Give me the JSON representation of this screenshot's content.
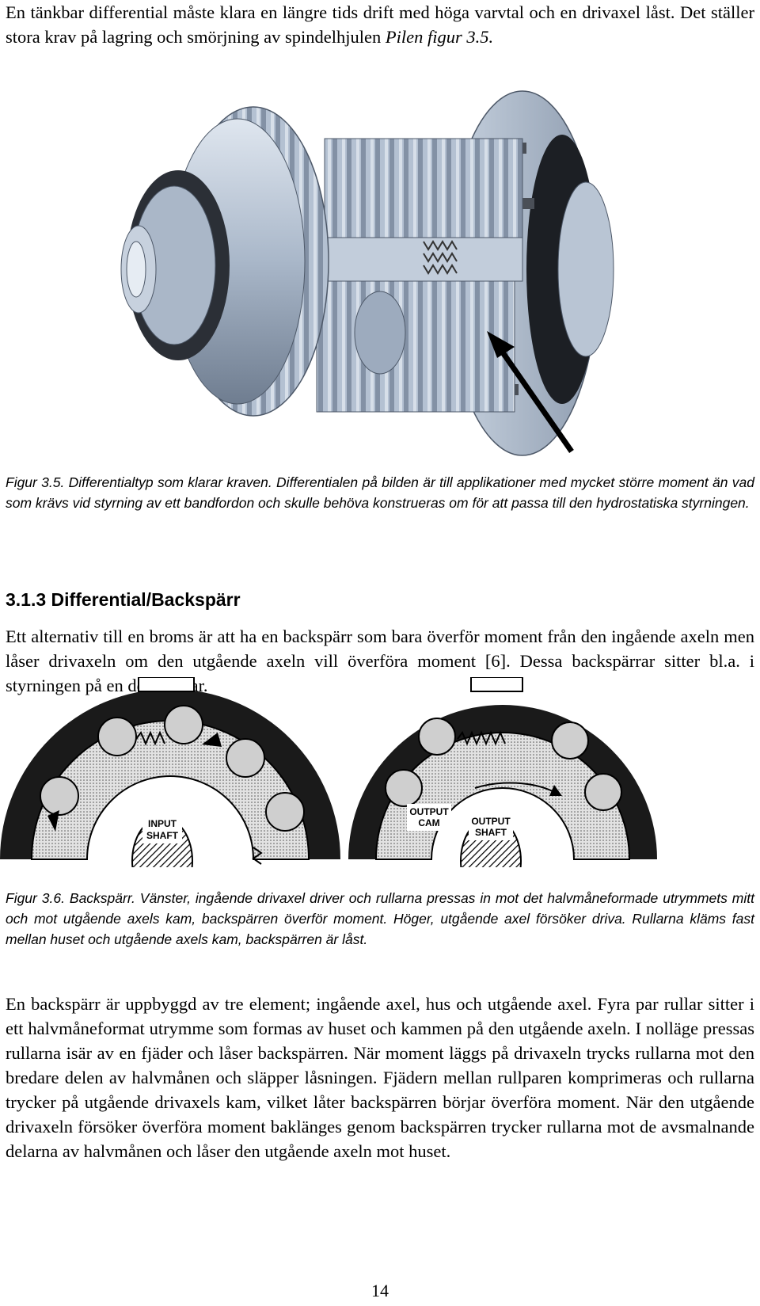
{
  "intro": {
    "text_before": "En tänkbar differential måste klara en längre tids drift med höga varvtal och en drivaxel låst. Det ställer stora krav på lagring och smörjning av spindelhjulen ",
    "text_italic": "Pilen figur 3.5."
  },
  "figure_3_5": {
    "caption": "Figur 3.5. Differentialtyp som klarar kraven. Differentialen på bilden är till applikationer med mycket större moment än vad som krävs vid styrning av ett bandfordon och skulle behöva konstrueras om för att passa till den hydrostatiska styrningen."
  },
  "section": {
    "heading": "3.1.3  Differential/Backspärr",
    "paragraph": "Ett alternativ till en broms är att ha en backspärr som bara överför moment från den ingående axeln men låser drivaxeln om den utgående axeln vill överföra moment [6]. Dessa backspärrar sitter bl.a. i styrningen på en del truckar."
  },
  "figure_3_6": {
    "labels": {
      "input_shaft_line1": "INPUT",
      "input_shaft_line2": "SHAFT",
      "output_cam_line1": "OUTPUT",
      "output_cam_line2": "CAM",
      "output_shaft_line1": "OUTPUT",
      "output_shaft_line2": "SHAFT"
    },
    "caption": "Figur 3.6. Backspärr. Vänster, ingående drivaxel driver och rullarna pressas in mot det halvmåneformade utrymmets mitt och mot utgående axels kam, backspärren överför moment. Höger, utgående axel försöker driva. Rullarna kläms fast mellan huset och utgående axels kam, backspärren är låst."
  },
  "body": {
    "paragraph": "En backspärr är uppbyggd av tre element; ingående axel, hus och utgående axel. Fyra par rullar sitter i ett halvmåneformat utrymme som formas av huset och kammen på den utgående axeln. I nolläge pressas rullarna isär av en fjäder och låser backspärren. När moment läggs på drivaxeln trycks rullarna mot den bredare delen av halvmånen och släpper låsningen. Fjädern mellan rullparen komprimeras och rullarna trycker på utgående drivaxels kam, vilket låter backspärren börjar överföra moment. När den utgående drivaxeln försöker överföra moment baklänges genom backspärren trycker rullarna mot de avsmalnande delarna av halvmånen och låser den utgående axeln mot huset."
  },
  "page_number": "14",
  "colors": {
    "gear_body": "#a9b7c9",
    "gear_dark": "#6f7d90",
    "gear_light": "#d4dde8",
    "housing": "#b9c5d4",
    "arrow": "#000000"
  }
}
